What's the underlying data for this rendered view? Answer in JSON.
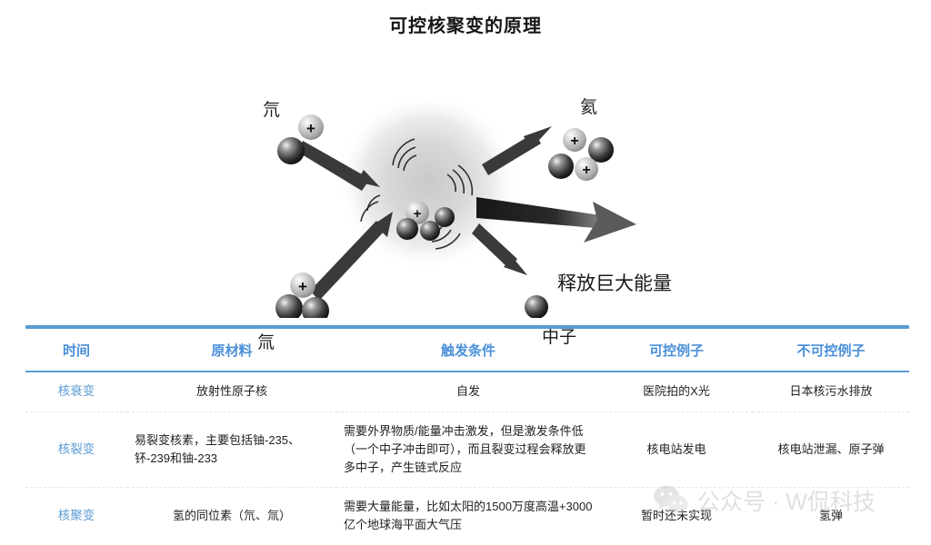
{
  "title": "可控核聚变的原理",
  "diagram": {
    "labels": {
      "deuterium": "氘",
      "tritium": "氚",
      "helium": "氦",
      "energy": "释放巨大能量",
      "neutron": "中子"
    },
    "particle_charge_glyph": "+",
    "colors": {
      "proton": "#b6b6b6",
      "neutron": "#3b3b3b",
      "arrow": "#3a3a3a",
      "glow": "#d9d9d9"
    }
  },
  "table": {
    "accent_color": "#5b9bd5",
    "headers": [
      "时间",
      "原材料",
      "触发条件",
      "可控例子",
      "不可控例子"
    ],
    "rows": [
      {
        "time": "核衰变",
        "material": "放射性原子核",
        "trigger": "自发",
        "controlled": "医院拍的X光",
        "uncontrolled": "日本核污水排放"
      },
      {
        "time": "核裂变",
        "material": "易裂变核素，主要包括铀-235、钚-239和铀-233",
        "trigger": "需要外界物质/能量冲击激发，但是激发条件低（一个中子冲击即可），而且裂变过程会释放更多中子，产生链式反应",
        "controlled": "核电站发电",
        "uncontrolled": "核电站泄漏、原子弹"
      },
      {
        "time": "核聚变",
        "material": "氢的同位素（氘、氚）",
        "trigger": "需要大量能量，比如太阳的1500万度高温+3000亿个地球海平面大气压",
        "controlled": "暂时还未实现",
        "uncontrolled": "氢弹"
      }
    ]
  },
  "watermark": {
    "text": "公众号 · W侃科技",
    "icon": "wechat-icon",
    "color": "#b9b9b9"
  }
}
